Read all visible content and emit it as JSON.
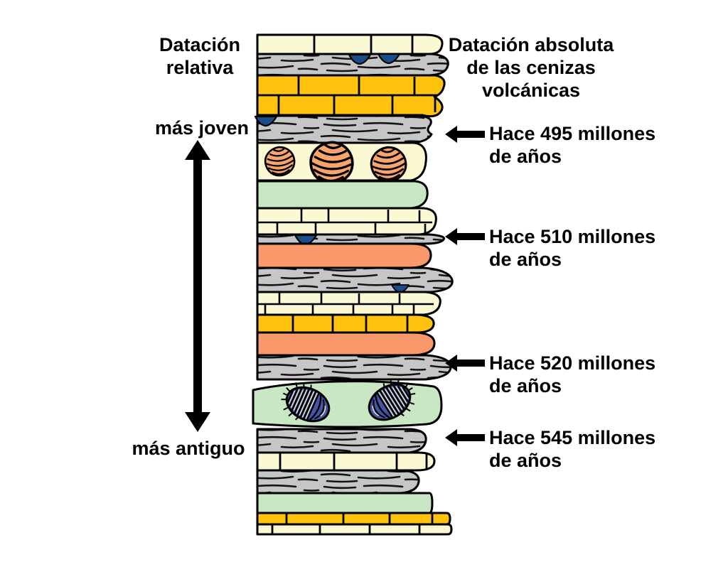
{
  "left_panel": {
    "title_lines": [
      "Datación",
      "relativa"
    ],
    "younger_label": "más joven",
    "older_label": "más antiguo"
  },
  "right_panel": {
    "title_lines": [
      "Datación absoluta",
      "de las cenizas",
      "volcánicas"
    ],
    "annotations": [
      {
        "line1": "Hace 495 millones",
        "line2": "de años"
      },
      {
        "line1": "Hace 510 millones",
        "line2": "de años"
      },
      {
        "line1": "Hace 520 millones",
        "line2": "de años"
      },
      {
        "line1": "Hace 545 millones",
        "line2": "de años"
      }
    ]
  },
  "column": {
    "layers_top_to_bottom": [
      {
        "pattern": "bricks",
        "color": "#FBF8D4"
      },
      {
        "pattern": "shale-dashes",
        "color": "#C6C6C6",
        "inclusions": "blue-clasts"
      },
      {
        "pattern": "bricks",
        "color": "#FFC20D"
      },
      {
        "pattern": "shale-dashes",
        "color": "#C6C6C6",
        "inclusions": "blue-clast"
      },
      {
        "pattern": "plain",
        "color": "#FBF8D4",
        "fossils": "shells"
      },
      {
        "pattern": "plain",
        "color": "#C9E7C5"
      },
      {
        "pattern": "bricks",
        "color": "#FBF8D4"
      },
      {
        "pattern": "shale-dashes",
        "color": "#C6C6C6",
        "inclusions": "blue-clast"
      },
      {
        "pattern": "plain",
        "color": "#F9996B"
      },
      {
        "pattern": "shale-dashes",
        "color": "#C6C6C6",
        "inclusions": "blue-clast"
      },
      {
        "pattern": "bricks",
        "color": "#FBF8D4"
      },
      {
        "pattern": "bricks",
        "color": "#FFC20D"
      },
      {
        "pattern": "plain",
        "color": "#F9996B"
      },
      {
        "pattern": "shale-dashes",
        "color": "#C6C6C6"
      },
      {
        "pattern": "plain",
        "color": "#C9E7C5",
        "fossils": "trilobites"
      },
      {
        "pattern": "shale-dashes",
        "color": "#C6C6C6"
      },
      {
        "pattern": "bricks",
        "color": "#FBF8D4"
      },
      {
        "pattern": "shale-dashes",
        "color": "#C6C6C6"
      },
      {
        "pattern": "plain",
        "color": "#C9E7C5"
      },
      {
        "pattern": "bricks",
        "color": "#FFC20D"
      },
      {
        "pattern": "bricks",
        "color": "#FBF8D4"
      }
    ]
  },
  "colors": {
    "cream": "#FBF8D4",
    "gold": "#FFC20D",
    "shale_gray": "#C6C6C6",
    "mint_green": "#C9E7C5",
    "ash_orange": "#F9996B",
    "shell_orange": "#F9A46B",
    "trilobite_blue": "#4456A5",
    "clast_blue": "#1C4D8B",
    "outline": "#000000"
  }
}
